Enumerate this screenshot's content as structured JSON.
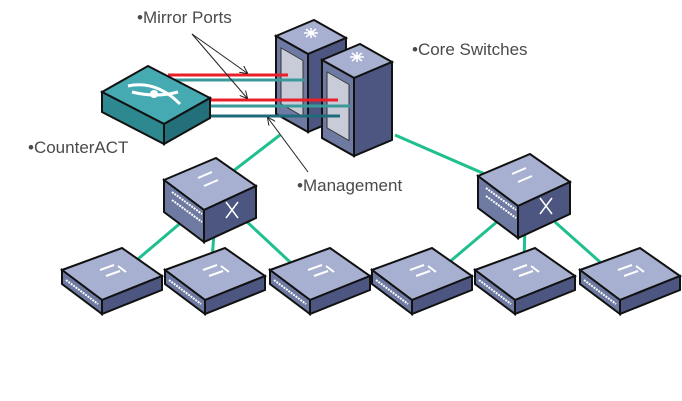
{
  "labels": {
    "mirror_ports": "•Mirror Ports",
    "core_switches": "•Core Switches",
    "counteract": "•CounterACT",
    "management": "•Management"
  },
  "colors": {
    "link_green": "#1fbf8f",
    "mirror_red": "#e8202a",
    "mirror_teal": "#3a9a9a",
    "mgmt_teal": "#1e6a7a",
    "device_blue": "#7d88b0",
    "counteract_teal": "#3aa0a8",
    "text": "#4a4a4a"
  }
}
